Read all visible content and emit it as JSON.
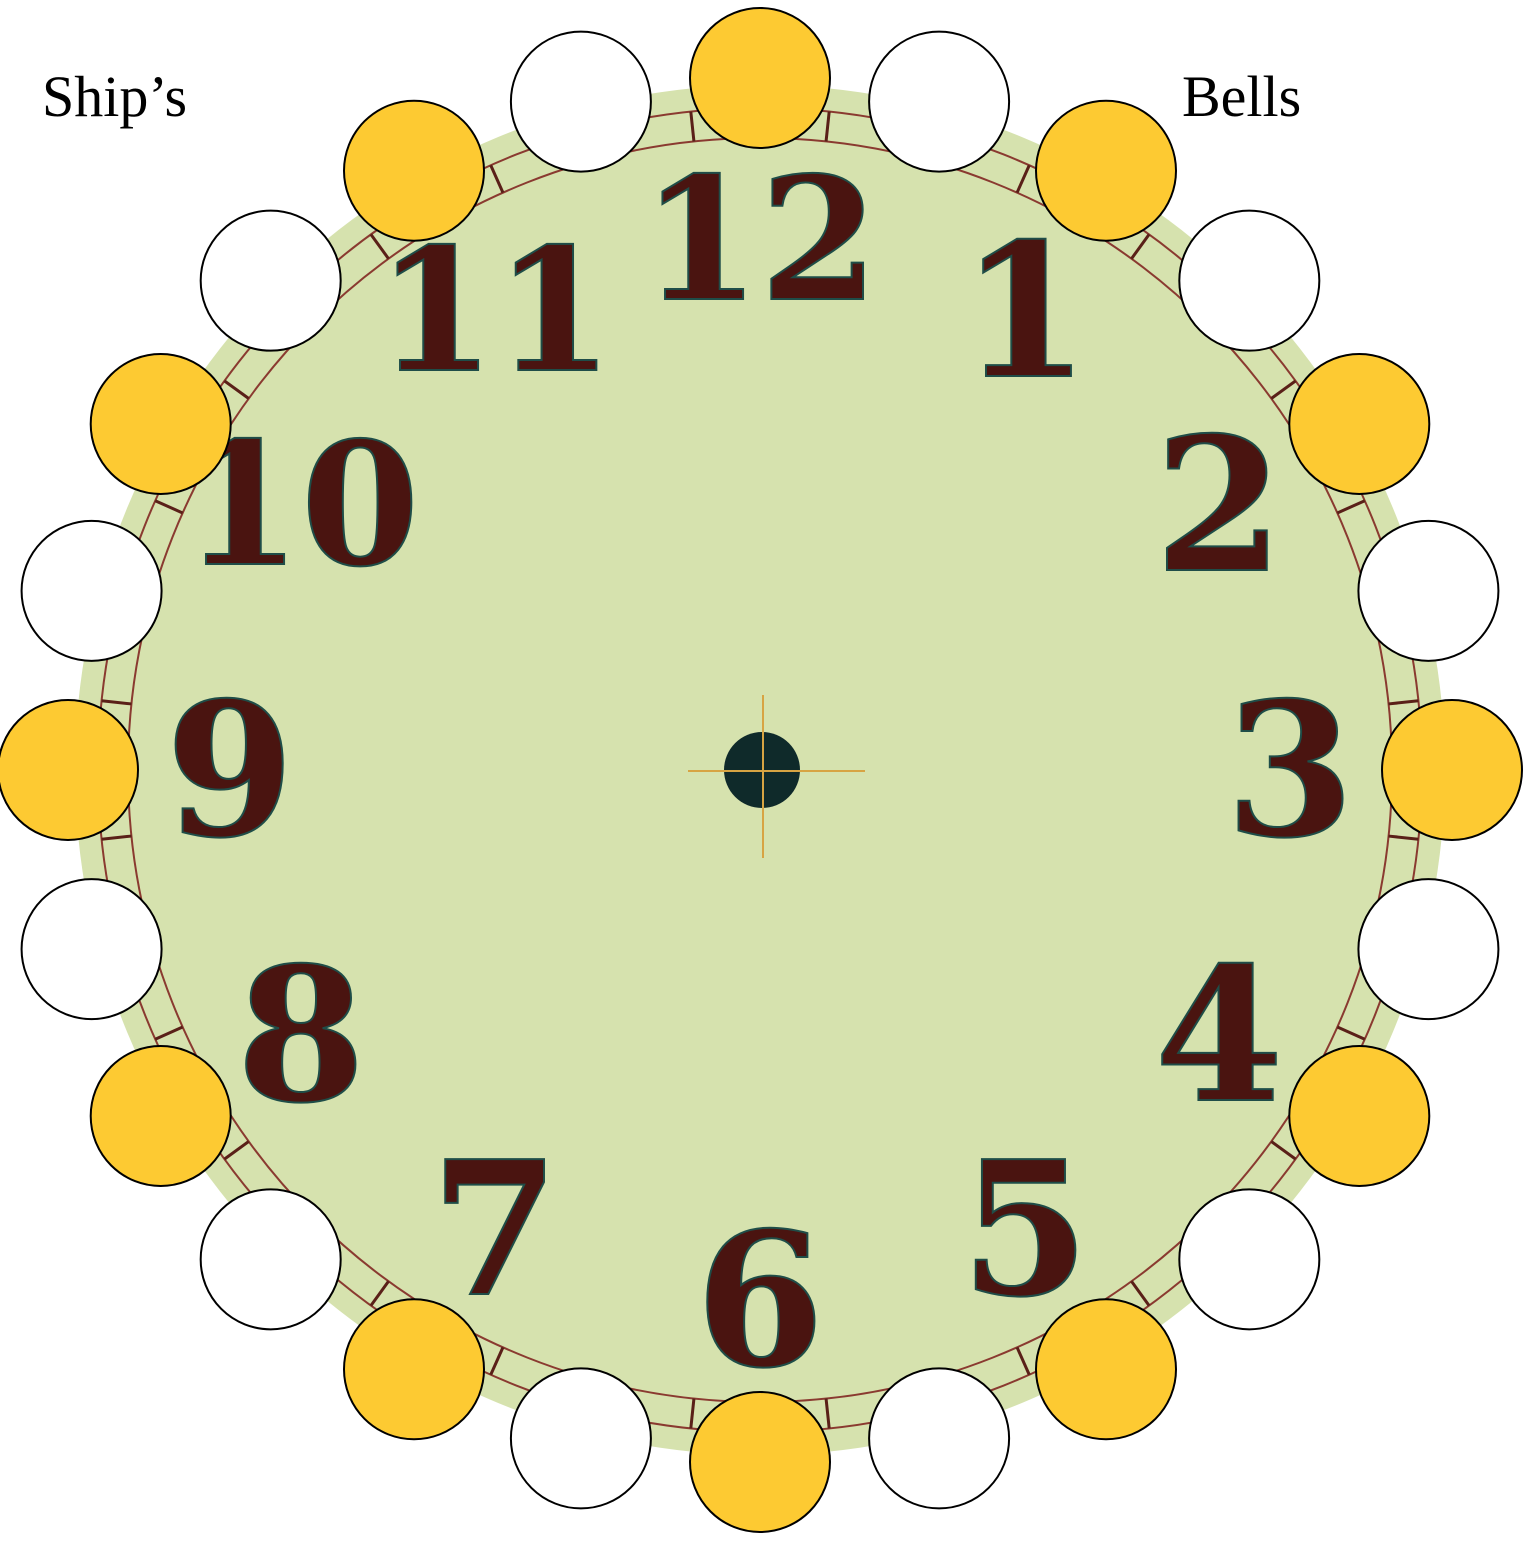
{
  "title": {
    "left": "Ship’s",
    "right": "Bells"
  },
  "clock": {
    "numerals": [
      "12",
      "1",
      "2",
      "3",
      "4",
      "5",
      "6",
      "7",
      "8",
      "9",
      "10",
      "11"
    ],
    "face_color": "#d6e2ae",
    "rim_color": "#c9d59e",
    "numeral_color": "#4a1410",
    "numeral_accent": "#1f4d48",
    "hub_color": "#0f2a2a",
    "crosshair_color": "#d7a443"
  },
  "bells": {
    "count": 24,
    "pattern": [
      "white",
      "gold",
      "white",
      "gold",
      "white",
      "gold",
      "white",
      "gold",
      "white",
      "gold",
      "white",
      "gold",
      "white",
      "gold",
      "white",
      "gold",
      "white",
      "gold",
      "white",
      "gold",
      "white",
      "gold",
      "white",
      "gold"
    ],
    "gold_color": "#fdca32",
    "white_color": "#ffffff",
    "stroke_color": "#000000"
  }
}
